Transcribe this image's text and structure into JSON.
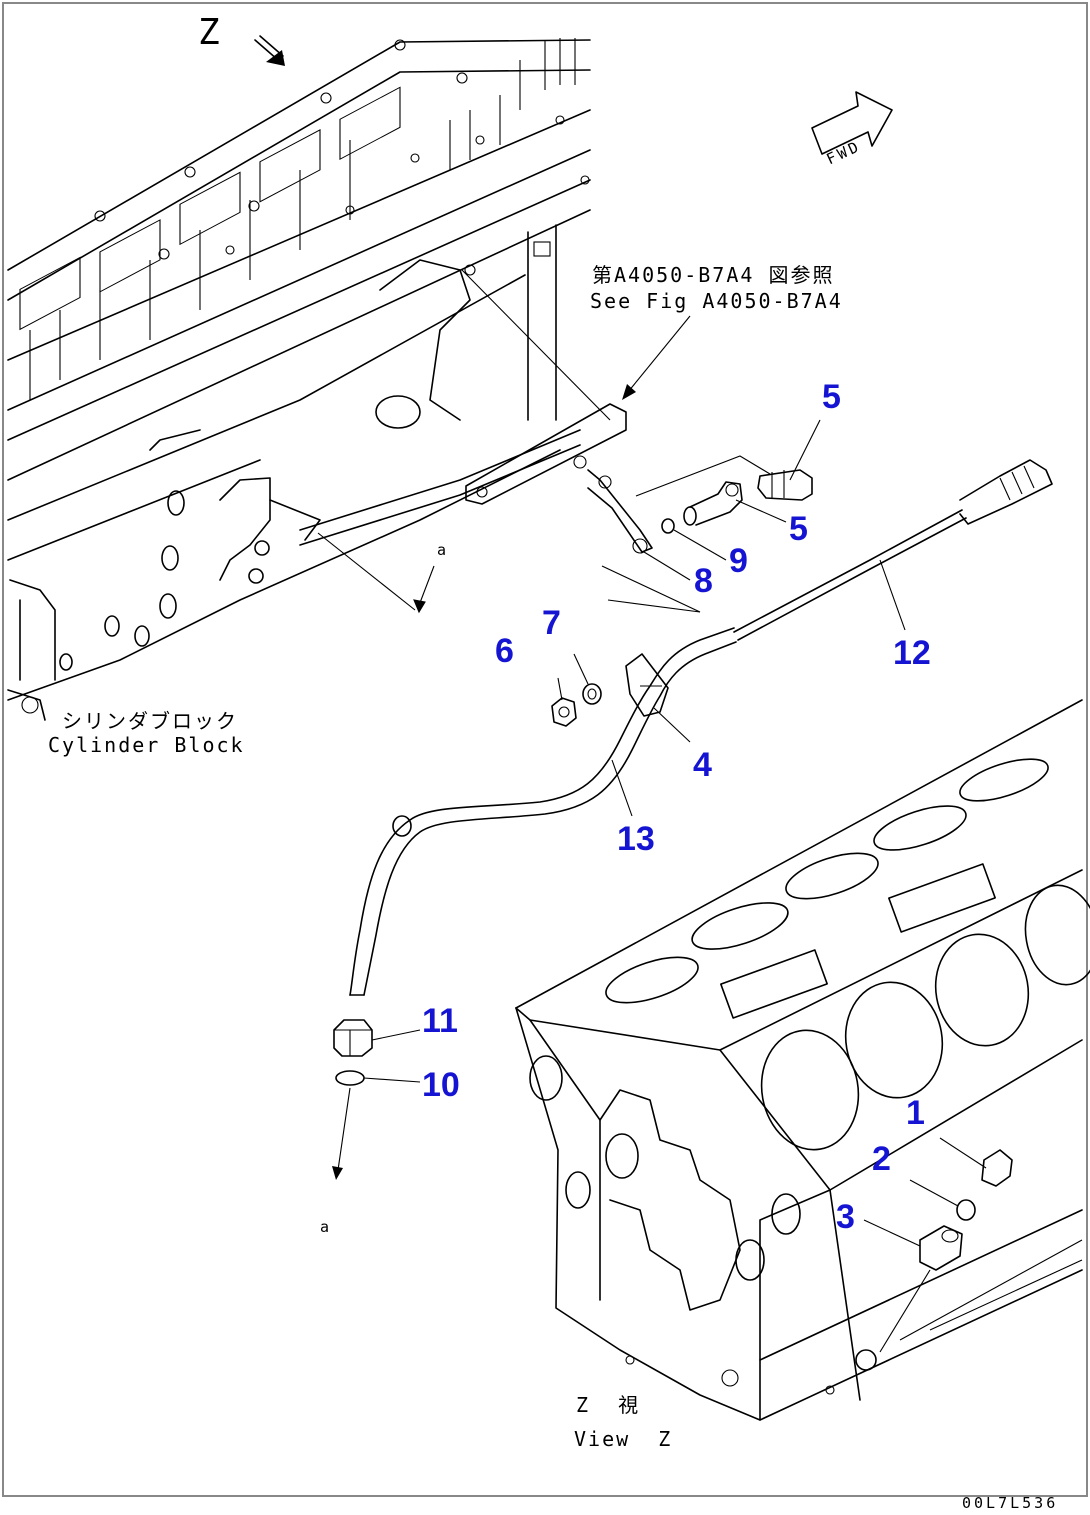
{
  "view_marker": "Z",
  "fwd_label": "FWD",
  "reference": {
    "jp": "第A4050-B7A4 図参照",
    "en": "See Fig A4050-B7A4"
  },
  "block_label": {
    "jp": "シリンダブロック",
    "en": "Cylinder Block"
  },
  "arrow_mark_1": "a",
  "arrow_mark_2": "a",
  "view_title": {
    "jp": "Z  視",
    "en": "View  Z"
  },
  "drawing_no": "00L7L536",
  "callouts": [
    {
      "id": "1",
      "label": "1"
    },
    {
      "id": "2",
      "label": "2"
    },
    {
      "id": "3",
      "label": "3"
    },
    {
      "id": "4",
      "label": "4"
    },
    {
      "id": "5a",
      "label": "5"
    },
    {
      "id": "5b",
      "label": "5"
    },
    {
      "id": "6",
      "label": "6"
    },
    {
      "id": "7",
      "label": "7"
    },
    {
      "id": "8",
      "label": "8"
    },
    {
      "id": "9",
      "label": "9"
    },
    {
      "id": "10",
      "label": "10"
    },
    {
      "id": "11",
      "label": "11"
    },
    {
      "id": "12",
      "label": "12"
    },
    {
      "id": "13",
      "label": "13"
    }
  ],
  "colors": {
    "callout": "#1414d2",
    "line": "#000000",
    "frame": "#888888"
  }
}
